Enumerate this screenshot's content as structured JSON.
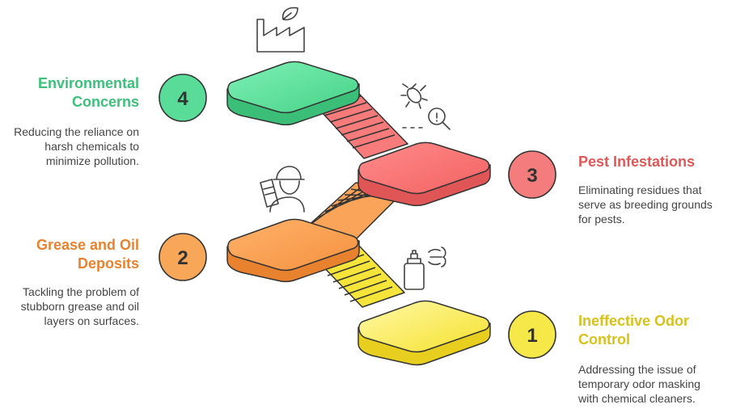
{
  "steps": [
    {
      "number": "1",
      "title": "Ineffective Odor Control",
      "title_lines": [
        "Ineffective Odor",
        "Control"
      ],
      "description": "Addressing the issue of temporary odor masking with chemical cleaners.",
      "desc_lines": [
        "Addressing the issue of",
        "temporary odor masking",
        "with chemical cleaners."
      ],
      "color": "#fbe32a",
      "accent": "#d8c21a",
      "badge": "#f7e84a",
      "icon": "spray-bottle-icon"
    },
    {
      "number": "2",
      "title": "Grease and Oil Deposits",
      "title_lines": [
        "Grease and Oil",
        "Deposits"
      ],
      "description": "Tackling the problem of stubborn grease and oil layers on surfaces.",
      "desc_lines": [
        "Tackling the problem of",
        "stubborn grease and oil",
        "layers on surfaces."
      ],
      "color": "#f89a48",
      "accent": "#e07f2e",
      "badge": "#f8a657",
      "icon": "worker-icon"
    },
    {
      "number": "3",
      "title": "Pest Infestations",
      "title_lines": [
        "Pest Infestations"
      ],
      "description": "Eliminating residues that serve as breeding grounds for pests.",
      "desc_lines": [
        "Eliminating residues that",
        "serve as breeding grounds",
        "for pests."
      ],
      "color": "#f46a6a",
      "accent": "#e05757",
      "badge": "#f47c7c",
      "icon": "bug-search-icon"
    },
    {
      "number": "4",
      "title": "Environmental Concerns",
      "title_lines": [
        "Environmental",
        "Concerns"
      ],
      "description": "Reducing the reliance on harsh chemicals to minimize pollution.",
      "desc_lines": [
        "Reducing the reliance on",
        "harsh chemicals to",
        "minimize pollution."
      ],
      "color": "#4fd68e",
      "accent": "#3cbf7a",
      "badge": "#58dc98",
      "icon": "eco-factory-icon"
    }
  ]
}
